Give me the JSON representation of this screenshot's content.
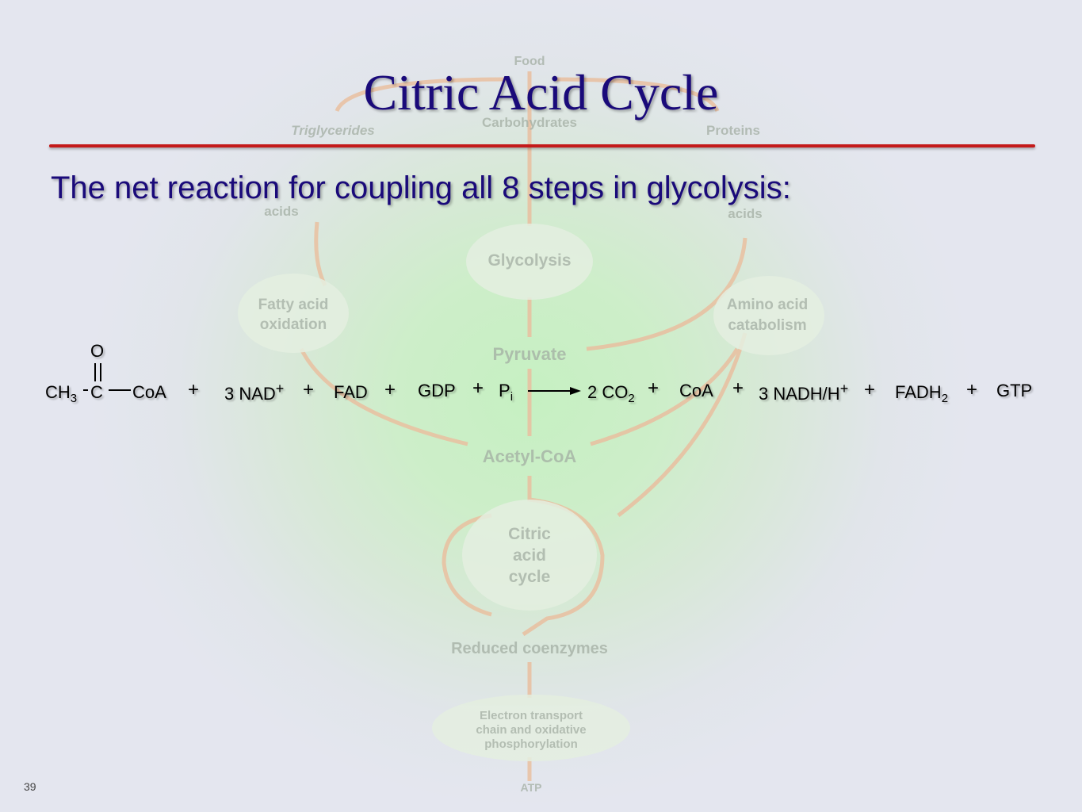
{
  "slide": {
    "title": "Citric Acid Cycle",
    "subtitle": "The net reaction for coupling all 8 steps in glycolysis:",
    "page_number": "39"
  },
  "background_diagram": {
    "labels": [
      "Food",
      "Triglycerides",
      "Carbohydrates",
      "Proteins",
      "acids",
      "acids",
      "Glycolysis",
      "Fatty acid",
      "oxidation",
      "Amino acid",
      "catabolism",
      "Pyruvate",
      "Acetyl-CoA",
      "Citric",
      "acid",
      "cycle",
      "Reduced coenzymes",
      "Electron transport",
      "chain and oxidative",
      "phosphorylation",
      "ATP"
    ]
  },
  "equation": {
    "acetyl_O": "O",
    "acetyl_CH": "CH",
    "acetyl_CH_sub": "3",
    "acetyl_C": "C",
    "acetyl_CoA": "CoA",
    "plus": "+",
    "nad_coef": "3 NAD",
    "nad_sup": "+",
    "fad": "FAD",
    "gdp": "GDP",
    "p": "P",
    "p_sub": "i",
    "co2": "2 CO",
    "co2_sub": "2",
    "coa": "CoA",
    "nadh": "3 NADH/H",
    "nadh_sup": "+",
    "fadh": "FADH",
    "fadh_sub": "2",
    "gtp": "GTP"
  },
  "colors": {
    "title": "#1a0a7a",
    "rule": "#c41a1a",
    "diagram_text": "#9aa59a",
    "diagram_arrow": "#e8b99a"
  }
}
